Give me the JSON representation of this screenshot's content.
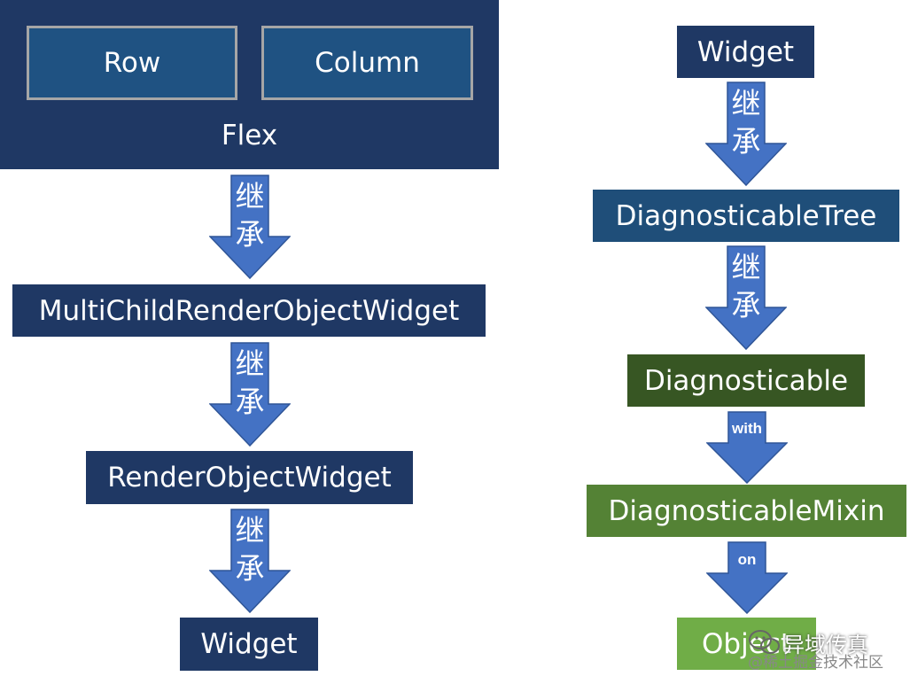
{
  "left": {
    "flex": {
      "row_label": "Row",
      "column_label": "Column",
      "flex_label": "Flex"
    },
    "nodes": [
      "MultiChildRenderObjectWidget",
      "RenderObjectWidget",
      "Widget"
    ],
    "arrow_label": "继承"
  },
  "right": {
    "nodes": [
      "Widget",
      "DiagnosticableTree",
      "Diagnosticable",
      "DiagnosticableMixin",
      "Object"
    ],
    "arrows": [
      "继承",
      "继承",
      "with",
      "on"
    ]
  },
  "colors": {
    "dark_navy": "#1f3864",
    "medium_blue": "#1f4e79",
    "dark_green": "#375623",
    "green": "#548235",
    "light_green": "#70ad47",
    "arrow_blue": "#4472c4",
    "arrow_outline": "#2f5597"
  },
  "icons": [
    "down-arrow-icon",
    "wechat-icon"
  ],
  "watermark": {
    "line1": "异域传真",
    "line2": "@稀土掘金技术社区"
  }
}
